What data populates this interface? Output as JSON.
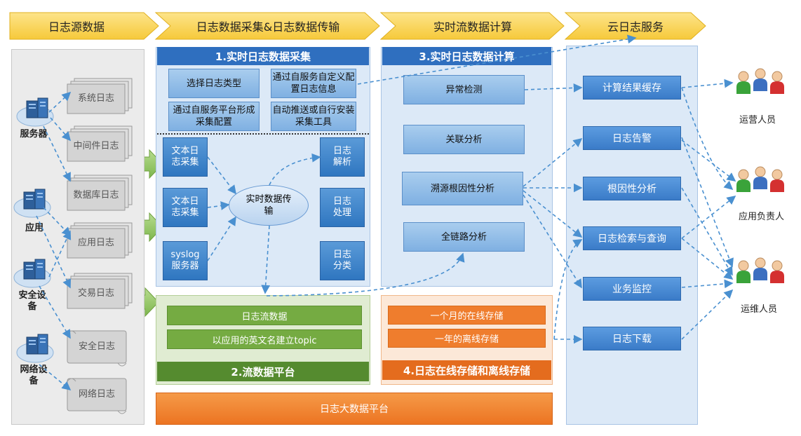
{
  "phases": [
    "日志源数据",
    "日志数据采集&日志数据传输",
    "实时流数据计算",
    "云日志服务"
  ],
  "collection": {
    "title": "1.实时日志数据采集",
    "config": [
      "选择日志类型",
      "通过自服务自定义配置日志信息",
      "通过自服务平台形成采集配置",
      "自动推送或自行安装采集工具"
    ],
    "inputs": [
      "文本日志采集",
      "文本日志采集",
      "syslog服务器"
    ],
    "transport": "实时数据传输",
    "processing": [
      "日志解析",
      "日志处理",
      "日志分类"
    ]
  },
  "stream_platform": {
    "title": "2.流数据平台",
    "items": [
      "日志流数据",
      "以应用的英文名建立topic"
    ]
  },
  "compute": {
    "title": "3.实时日志数据计算",
    "items": [
      "异常检测",
      "关联分析",
      "溯源根因性分析",
      "全链路分析"
    ]
  },
  "storage": {
    "title": "4.日志在线存储和离线存储",
    "items": [
      "一个月的在线存储",
      "一年的离线存储"
    ]
  },
  "bigdata": "日志大数据平台",
  "services": [
    "计算结果缓存",
    "日志告警",
    "根因性分析",
    "日志检索与查询",
    "业务监控",
    "日志下载"
  ],
  "sources": [
    "服务器",
    "应用",
    "安全设备",
    "网络设备"
  ],
  "logs": [
    "系统日志",
    "中间件日志",
    "数据库日志",
    "应用日志",
    "交易日志",
    "安全日志",
    "网络日志"
  ],
  "roles": [
    "运营人员",
    "应用负责人",
    "运维人员"
  ],
  "colors": {
    "phase": "#fcd75a",
    "section_header": "#2f6fbf",
    "stream_header": "#558b2f",
    "storage_header": "#e46c1e",
    "bigdata": "#f07c2c",
    "connector": "#4a90d0"
  }
}
